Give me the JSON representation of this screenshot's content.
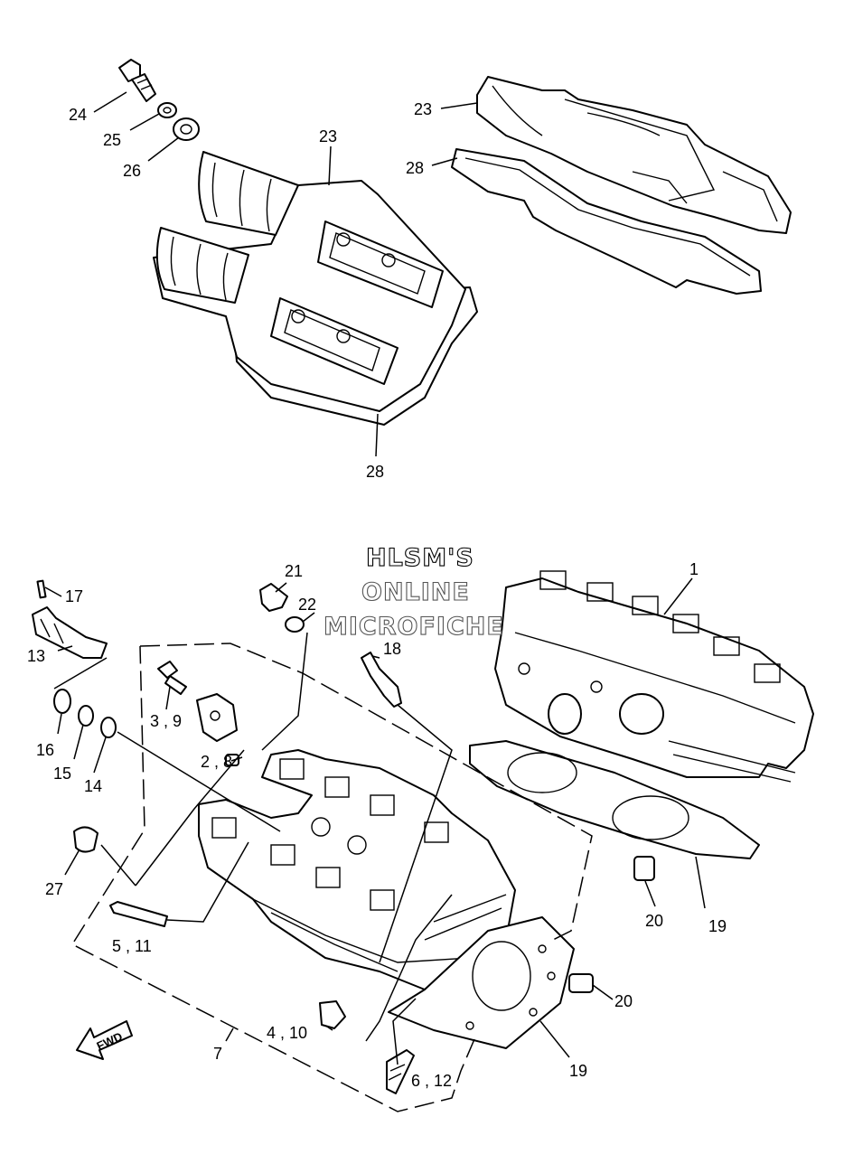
{
  "watermark": {
    "line1": "HLSM'S",
    "line2": "ONLINE",
    "line3": "MICROFICHE"
  },
  "direction_arrow": "FWD",
  "callouts": [
    {
      "id": "c24",
      "text": "24"
    },
    {
      "id": "c25",
      "text": "25"
    },
    {
      "id": "c26",
      "text": "26"
    },
    {
      "id": "c23a",
      "text": "23"
    },
    {
      "id": "c23b",
      "text": "23"
    },
    {
      "id": "c28a",
      "text": "28"
    },
    {
      "id": "c28b",
      "text": "28"
    },
    {
      "id": "c21",
      "text": "21"
    },
    {
      "id": "c22",
      "text": "22"
    },
    {
      "id": "c1",
      "text": "1"
    },
    {
      "id": "c17",
      "text": "17"
    },
    {
      "id": "c13",
      "text": "13"
    },
    {
      "id": "c18",
      "text": "18"
    },
    {
      "id": "c16",
      "text": "16"
    },
    {
      "id": "c15",
      "text": "15"
    },
    {
      "id": "c14",
      "text": "14"
    },
    {
      "id": "c3_9",
      "text": "3 , 9"
    },
    {
      "id": "c2_8",
      "text": "2 , 8"
    },
    {
      "id": "c27",
      "text": "27"
    },
    {
      "id": "c5_11",
      "text": "5 , 11"
    },
    {
      "id": "c20a",
      "text": "20"
    },
    {
      "id": "c19a",
      "text": "19"
    },
    {
      "id": "c20b",
      "text": "20"
    },
    {
      "id": "c4_10",
      "text": "4 , 10"
    },
    {
      "id": "c7",
      "text": "7"
    },
    {
      "id": "c19b",
      "text": "19"
    },
    {
      "id": "c6_12",
      "text": "6 , 12"
    }
  ]
}
